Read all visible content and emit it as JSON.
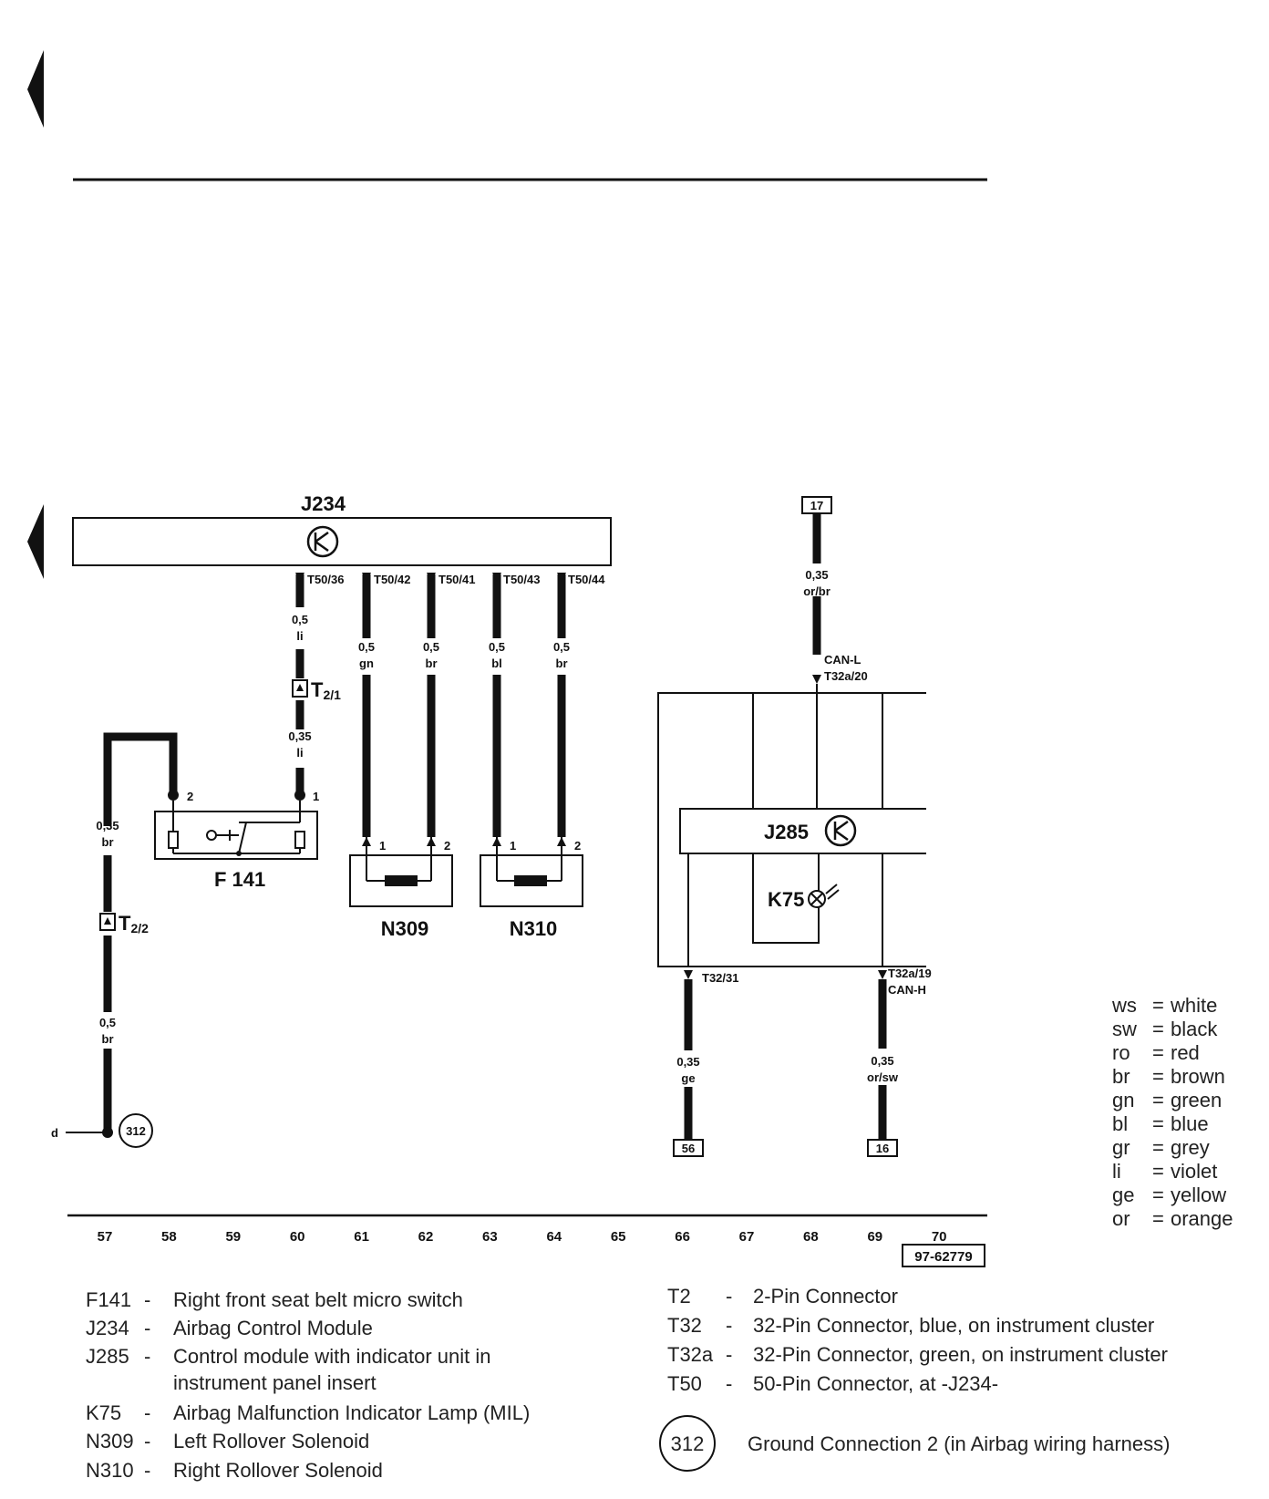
{
  "diagram_id": "97-62779",
  "components": {
    "J234": "J234",
    "J285": "J285",
    "K75": "K75",
    "F141": "F 141",
    "N309": "N309",
    "N310": "N310"
  },
  "pins": {
    "t50_36": "T50/36",
    "t50_42": "T50/42",
    "t50_41": "T50/41",
    "t50_43": "T50/43",
    "t50_44": "T50/44",
    "t2_1": "T2/1",
    "t2_2": "T2/2",
    "t32a_20": "T32a/20",
    "can_l": "CAN-L",
    "t32_31": "T32/31",
    "t32a_19": "T32a/19",
    "can_h": "CAN-H",
    "p1": "1",
    "p2": "2"
  },
  "wires": {
    "w_j234_f141_a": {
      "size": "0,5",
      "color": "li"
    },
    "w_j234_f141_b": {
      "size": "0,35",
      "color": "li"
    },
    "w_n309_1": {
      "size": "0,5",
      "color": "gn"
    },
    "w_n309_2": {
      "size": "0,5",
      "color": "br"
    },
    "w_n310_1": {
      "size": "0,5",
      "color": "bl"
    },
    "w_n310_2": {
      "size": "0,5",
      "color": "br"
    },
    "w_17": {
      "size": "0,35",
      "color": "or/br"
    },
    "w_f141_a": {
      "size": "0,35",
      "color": "br"
    },
    "w_f141_b": {
      "size": "0,5",
      "color": "br"
    },
    "w_56": {
      "size": "0,35",
      "color": "ge"
    },
    "w_16": {
      "size": "0,35",
      "color": "or/sw"
    }
  },
  "references": {
    "r17": "17",
    "r56": "56",
    "r16": "16",
    "ground": "312",
    "d": "d"
  },
  "track_numbers": [
    "57",
    "58",
    "59",
    "60",
    "61",
    "62",
    "63",
    "64",
    "65",
    "66",
    "67",
    "68",
    "69",
    "70"
  ],
  "color_codes": [
    {
      "code": "ws",
      "name": "white"
    },
    {
      "code": "sw",
      "name": "black"
    },
    {
      "code": "ro",
      "name": "red"
    },
    {
      "code": "br",
      "name": "brown"
    },
    {
      "code": "gn",
      "name": "green"
    },
    {
      "code": "bl",
      "name": "blue"
    },
    {
      "code": "gr",
      "name": "grey"
    },
    {
      "code": "li",
      "name": "violet"
    },
    {
      "code": "ge",
      "name": "yellow"
    },
    {
      "code": "or",
      "name": "orange"
    }
  ],
  "descriptions_left": [
    {
      "code": "F141",
      "text": "Right front seat belt micro switch"
    },
    {
      "code": "J234",
      "text": "Airbag Control Module"
    },
    {
      "code": "J285",
      "text": "Control module with indicator unit in"
    },
    {
      "code": "",
      "text": "instrument panel insert"
    },
    {
      "code": "K75",
      "text": "Airbag Malfunction Indicator Lamp (MIL)"
    },
    {
      "code": "N309",
      "text": "Left Rollover Solenoid"
    },
    {
      "code": "N310",
      "text": "Right Rollover Solenoid"
    }
  ],
  "descriptions_right": [
    {
      "code": "T2",
      "text": "2-Pin Connector"
    },
    {
      "code": "T32",
      "text": "32-Pin Connector, blue, on instrument cluster"
    },
    {
      "code": "T32a",
      "text": "32-Pin Connector, green, on instrument cluster"
    },
    {
      "code": "T50",
      "text": "50-Pin Connector, at -J234-"
    }
  ],
  "ground_desc": {
    "code": "312",
    "text": "Ground Connection 2 (in Airbag wiring harness)"
  },
  "desc_dash": "-"
}
